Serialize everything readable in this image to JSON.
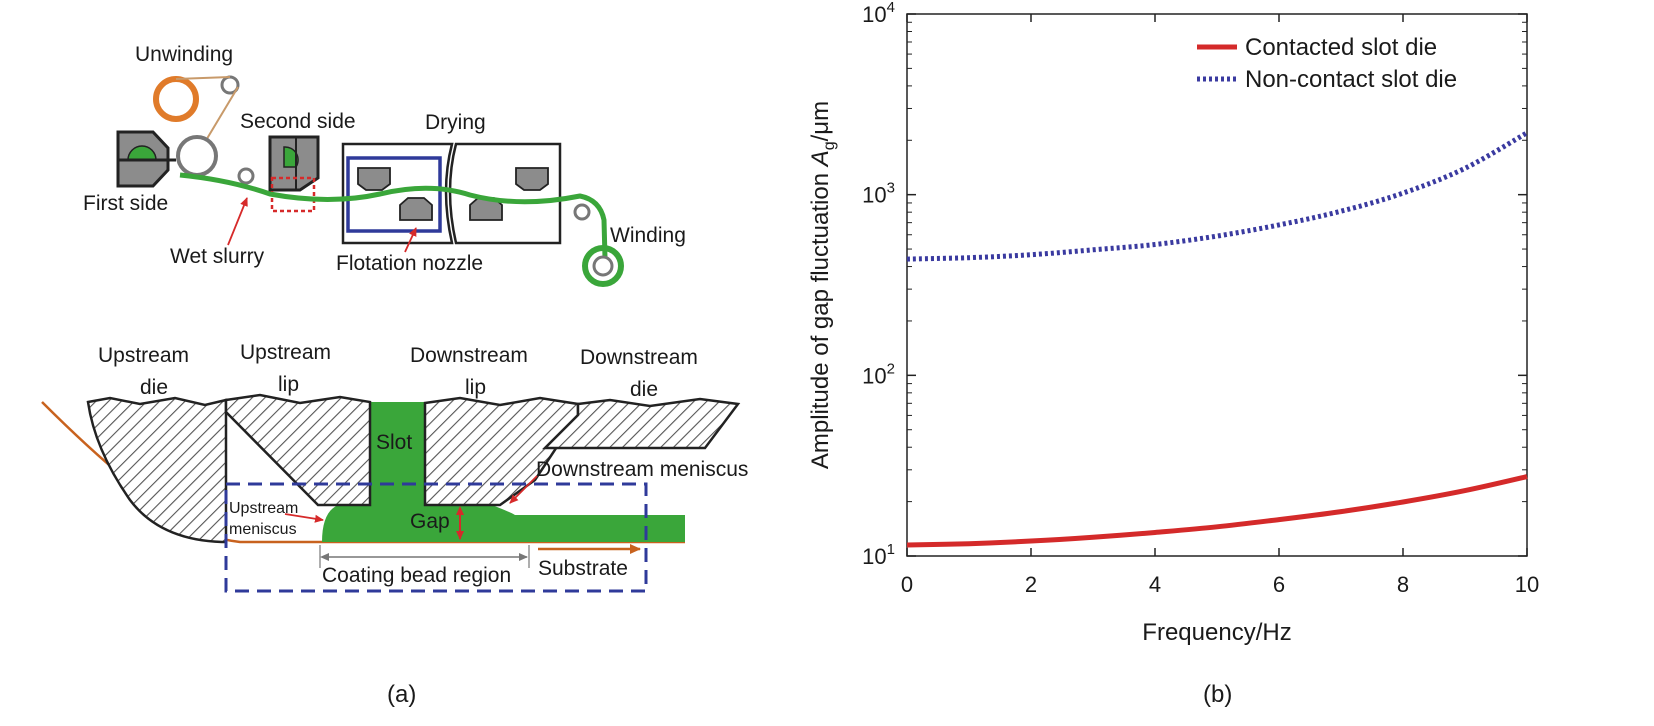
{
  "panel_a": {
    "caption": "(a)",
    "process": {
      "unwinding": "Unwinding",
      "second_side": "Second side",
      "drying": "Drying",
      "first_side": "First side",
      "winding": "Winding",
      "wet_slurry": "Wet slurry",
      "flotation_nozzle": "Flotation nozzle"
    },
    "slot_die": {
      "upstream_die_1": "Upstream",
      "upstream_die_2": "die",
      "upstream_lip_1": "Upstream",
      "upstream_lip_2": "lip",
      "downstream_lip_1": "Downstream",
      "downstream_lip_2": "lip",
      "downstream_die_1": "Downstream",
      "downstream_die_2": "die",
      "slot": "Slot",
      "downstream_meniscus": "Downstream meniscus",
      "upstream_meniscus_1": "Upstream",
      "upstream_meniscus_2": "meniscus",
      "gap": "Gap",
      "coating_bead_region": "Coating bead region",
      "substrate": "Substrate"
    },
    "colors": {
      "slurry": "#3aa63a",
      "roll": "#e07b2a",
      "frame": "#2f3a9a",
      "arrow": "#d62a2a",
      "die": "#8c8c8c"
    }
  },
  "panel_b": {
    "caption": "(b)",
    "chart_data": {
      "type": "line",
      "xlabel": "Frequency/Hz",
      "ylabel_main": "Amplitude of gap fluctuation ",
      "ylabel_symbol": "A",
      "ylabel_sub": "g",
      "ylabel_unit": "/μm",
      "xlim": [
        0,
        10
      ],
      "ylim": [
        10,
        10000
      ],
      "yscale": "log",
      "grid": false,
      "legend_position": "top-right",
      "x_ticks": [
        "0",
        "2",
        "4",
        "6",
        "8",
        "10"
      ],
      "y_ticks": [
        {
          "base": "10",
          "exp": "1"
        },
        {
          "base": "10",
          "exp": "2"
        },
        {
          "base": "10",
          "exp": "3"
        },
        {
          "base": "10",
          "exp": "4"
        }
      ],
      "x": [
        0,
        1,
        2,
        3,
        4,
        5,
        6,
        7,
        8,
        9,
        10
      ],
      "series": [
        {
          "name": "Contacted slot die",
          "color": "#d42a2a",
          "style": "solid",
          "values": [
            11.5,
            11.7,
            12.1,
            12.7,
            13.5,
            14.5,
            15.9,
            17.6,
            19.9,
            23.0,
            27.5
          ]
        },
        {
          "name": "Non-contact slot die",
          "color": "#3a3aa0",
          "style": "dotted",
          "values": [
            440,
            448,
            465,
            495,
            530,
            590,
            680,
            810,
            1020,
            1400,
            2200
          ]
        }
      ]
    }
  }
}
